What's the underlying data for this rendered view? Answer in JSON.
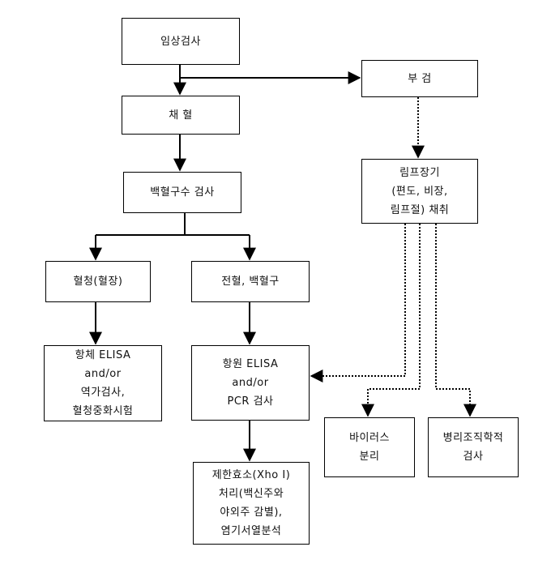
{
  "nodes": {
    "clinical_exam": {
      "label": "임상검사"
    },
    "autopsy": {
      "label": "부 검"
    },
    "blood_collection": {
      "label": "채 혈"
    },
    "wbc_count": {
      "label": "백혈구수 검사"
    },
    "lymphoid_collection": {
      "lines": [
        "림프장기",
        "(편도, 비장,",
        "림프절) 채취"
      ]
    },
    "serum": {
      "label": "혈청(혈장)"
    },
    "whole_blood": {
      "label": "전혈, 백혈구"
    },
    "antibody_elisa": {
      "lines": [
        "항체 ELISA",
        "and/or",
        "역가검사,",
        "혈청중화시험"
      ]
    },
    "antigen_elisa": {
      "lines": [
        "항원 ELISA",
        "and/or",
        "PCR 검사"
      ]
    },
    "virus_isolation": {
      "lines": [
        "바이러스",
        "분리"
      ]
    },
    "histopathology": {
      "lines": [
        "병리조직학적",
        "검사"
      ]
    },
    "restriction_enzyme": {
      "lines": [
        "제한효소(Xho I)",
        "처리(백신주와",
        "야외주 감별),",
        "염기서열분석"
      ]
    }
  }
}
